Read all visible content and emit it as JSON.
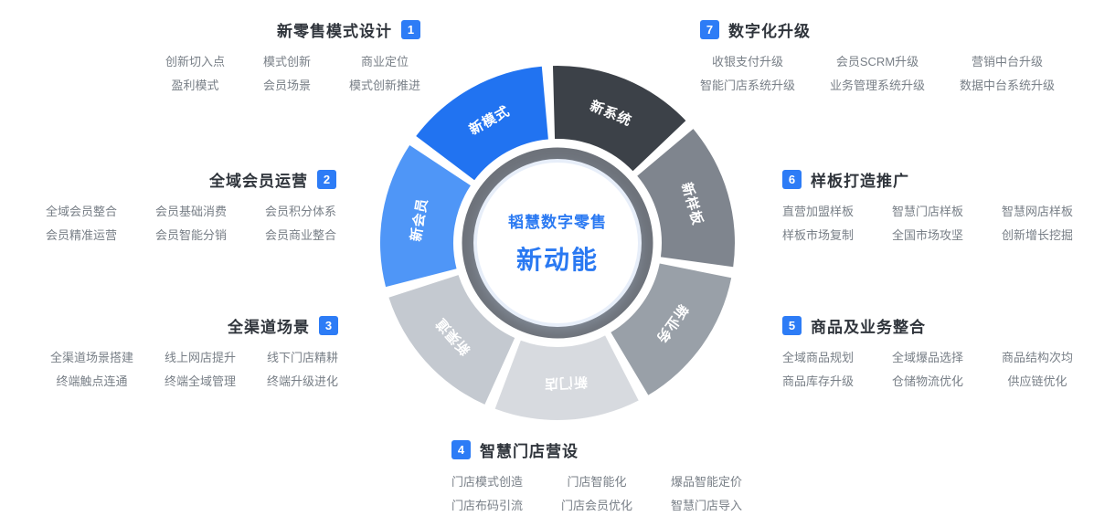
{
  "center": {
    "line1": "韬慧数字零售",
    "line2": "新动能",
    "text_color": "#2a79f2"
  },
  "wheel": {
    "ring_color": "#6d727a",
    "halo_color": "#e7eef9",
    "segments": [
      {
        "id": "new-model",
        "label": "新模式",
        "color": "#2173f1",
        "angle": 119
      },
      {
        "id": "new-system",
        "label": "新系统",
        "color": "#3c4148",
        "angle": 67.57
      },
      {
        "id": "new-template",
        "label": "新样板",
        "color": "#7f858e",
        "angle": 16.14
      },
      {
        "id": "new-business",
        "label": "新业务",
        "color": "#99a0a8",
        "angle": -35.29
      },
      {
        "id": "new-store",
        "label": "新门店",
        "color": "#d7dadf",
        "angle": -86.71
      },
      {
        "id": "new-channel",
        "label": "新渠道",
        "color": "#c4c9d0",
        "angle": -138.14
      },
      {
        "id": "new-member",
        "label": "新会员",
        "color": "#4f96f7",
        "angle": -189.57
      }
    ]
  },
  "badge_color": "#2d7cf6",
  "sections": [
    {
      "number": "1",
      "title": "新零售模式设计",
      "items": [
        "创新切入点",
        "模式创新",
        "商业定位",
        "盈利模式",
        "会员场景",
        "模式创新推进"
      ]
    },
    {
      "number": "2",
      "title": "全域会员运营",
      "items": [
        "全域会员整合",
        "会员基础消费",
        "会员积分体系",
        "会员精准运营",
        "会员智能分销",
        "会员商业整合"
      ]
    },
    {
      "number": "3",
      "title": "全渠道场景",
      "items": [
        "全渠道场景搭建",
        "线上网店提升",
        "线下门店精耕",
        "终端触点连通",
        "终端全域管理",
        "终端升级进化"
      ]
    },
    {
      "number": "4",
      "title": "智慧门店营设",
      "items": [
        "门店模式创造",
        "门店智能化",
        "爆品智能定价",
        "门店布码引流",
        "门店会员优化",
        "智慧门店导入"
      ]
    },
    {
      "number": "5",
      "title": "商品及业务整合",
      "items": [
        "全域商品规划",
        "全域爆品选择",
        "商品结构次均",
        "商品库存升级",
        "仓储物流优化",
        "供应链优化"
      ]
    },
    {
      "number": "6",
      "title": "样板打造推广",
      "items": [
        "直营加盟样板",
        "智慧门店样板",
        "智慧网店样板",
        "样板市场复制",
        "全国市场攻坚",
        "创新增长挖掘"
      ]
    },
    {
      "number": "7",
      "title": "数字化升级",
      "items": [
        "收银支付升级",
        "会员SCRM升级",
        "营销中台升级",
        "智能门店系统升级",
        "业务管理系统升级",
        "数据中台系统升级"
      ]
    }
  ]
}
